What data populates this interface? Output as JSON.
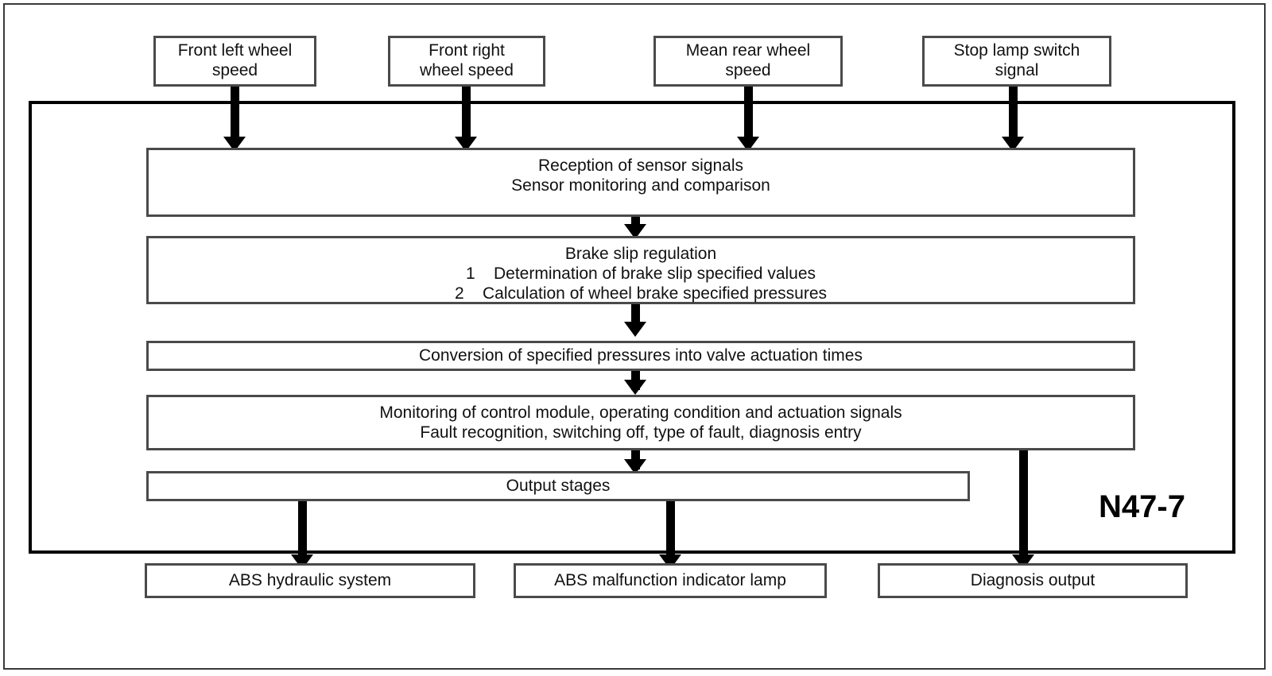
{
  "diagram": {
    "title_label": "N47-7",
    "inputs": [
      {
        "id": "front-left-wheel-speed",
        "lines": [
          "Front left wheel",
          "speed"
        ]
      },
      {
        "id": "front-right-wheel-speed",
        "lines": [
          "Front right",
          "wheel speed"
        ]
      },
      {
        "id": "mean-rear-wheel-speed",
        "lines": [
          "Mean rear wheel",
          "speed"
        ]
      },
      {
        "id": "stop-lamp-switch-signal",
        "lines": [
          "Stop lamp switch",
          "signal"
        ]
      }
    ],
    "process": [
      {
        "id": "reception-of-sensor-signals",
        "lines": [
          "Reception of sensor signals",
          "Sensor monitoring and comparison"
        ]
      },
      {
        "id": "brake-slip-regulation",
        "lines": [
          "Brake slip regulation",
          "1    Determination of brake slip specified values",
          "2    Calculation of wheel brake specified pressures"
        ]
      },
      {
        "id": "conversion-of-specified-pressures",
        "lines": [
          "Conversion of specified pressures into valve actuation times"
        ]
      },
      {
        "id": "monitoring-of-control-module",
        "lines": [
          "Monitoring of control module, operating condition and actuation signals",
          "Fault recognition, switching off, type of fault, diagnosis entry"
        ]
      },
      {
        "id": "output-stages",
        "lines": [
          "Output stages"
        ]
      }
    ],
    "outputs": [
      {
        "id": "abs-hydraulic-system",
        "lines": [
          "ABS hydraulic system"
        ]
      },
      {
        "id": "abs-malfunction-indicator-lamp",
        "lines": [
          "ABS malfunction indicator lamp"
        ]
      },
      {
        "id": "diagnosis-output",
        "lines": [
          "Diagnosis output"
        ]
      }
    ],
    "colors": {
      "line": "#000000",
      "box_border": "#4a4a4a",
      "frame": "#000000",
      "background": "#ffffff"
    }
  }
}
